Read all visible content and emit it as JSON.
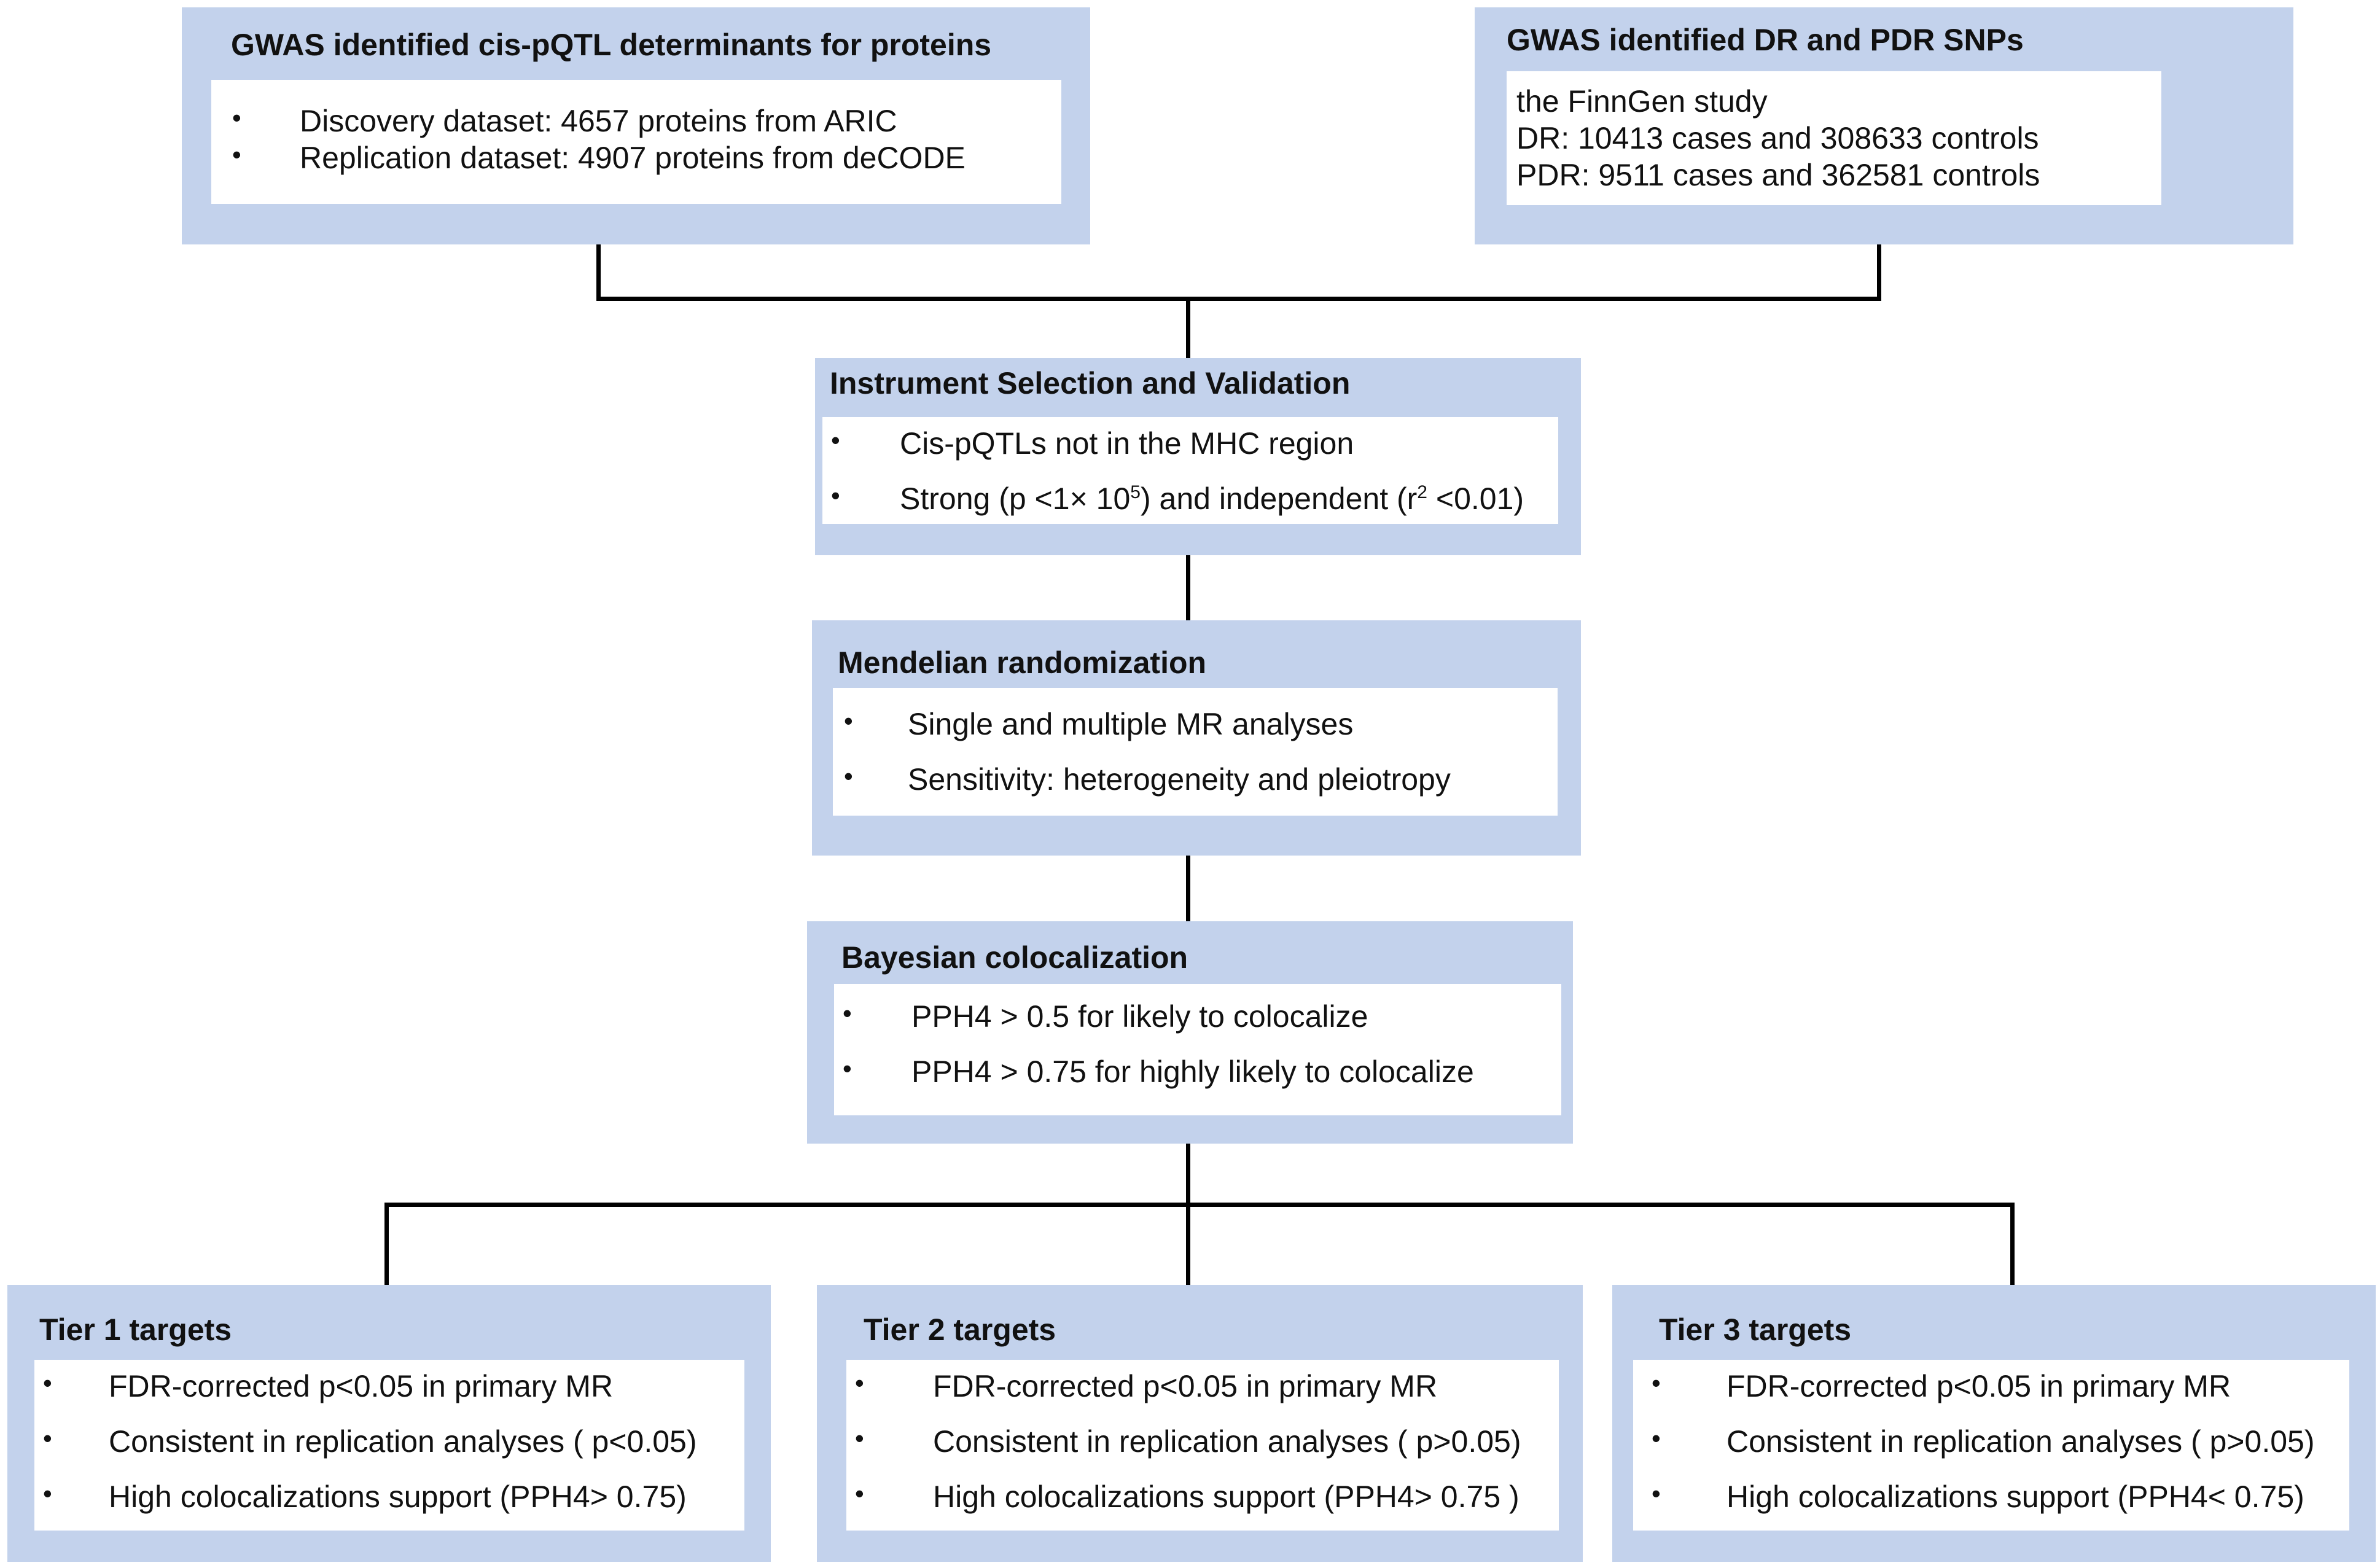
{
  "pqtl_box": {
    "title": "GWAS identified cis-pQTL determinants for proteins",
    "items": [
      "Discovery dataset: 4657 proteins from ARIC",
      "Replication dataset: 4907 proteins from deCODE"
    ]
  },
  "dr_box": {
    "title": "GWAS identified DR and PDR SNPs",
    "lines": [
      "the FinnGen study",
      "DR: 10413 cases and 308633 controls",
      "PDR: 9511 cases and 362581 controls"
    ]
  },
  "instrument_box": {
    "title": "Instrument Selection and  Validation",
    "item1": "Cis-pQTLs not in the MHC region",
    "item2": {
      "part1": "Strong  (p <1× 10",
      "sup1": "5",
      "part2": ") and independent (r",
      "sup2": "2",
      "part3": " <0.01)"
    }
  },
  "mr_box": {
    "title": "Mendelian randomization",
    "items": [
      "Single and multiple MR analyses",
      "Sensitivity: heterogeneity and  pleiotropy"
    ]
  },
  "coloc_box": {
    "title": "Bayesian colocalization",
    "items": [
      "PPH4 > 0.5 for likely to colocalize",
      "PPH4 > 0.75 for highly likely to colocalize"
    ]
  },
  "tiers": [
    {
      "title": "Tier 1 targets",
      "items": [
        "FDR-corrected p<0.05 in primary MR",
        "Consistent in replication analyses ( p<0.05)",
        "High colocalizations support (PPH4> 0.75)"
      ]
    },
    {
      "title": "Tier 2 targets",
      "items": [
        "FDR-corrected p<0.05 in primary MR",
        "Consistent in replication analyses ( p>0.05)",
        "High colocalizations support (PPH4> 0.75 )"
      ]
    },
    {
      "title": "Tier 3 targets",
      "items": [
        "FDR-corrected p<0.05 in primary MR",
        "Consistent in replication analyses ( p>0.05)",
        "High colocalizations support (PPH4< 0.75)"
      ]
    }
  ],
  "bullet": "•",
  "colors": {
    "panel": "#c3d2ec",
    "inner": "#ffffff",
    "connector": "#000000"
  }
}
